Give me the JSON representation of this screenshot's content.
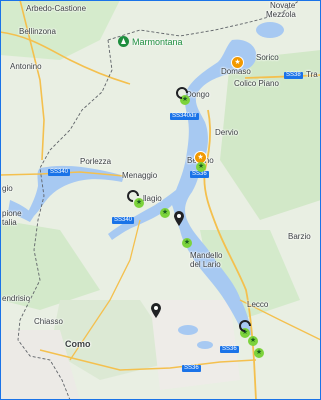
{
  "labels": {
    "arbedo": "Arbedo-Castione",
    "novate": "Novate",
    "mezzola": "Mezzola",
    "bellinzona": "Bellinzona",
    "marmontana": "Marmontana",
    "sorico": "Sorico",
    "antonino": "Antonino",
    "domaso": "Domaso",
    "colico": "Colico Piano",
    "tra": "Tra",
    "dongo": "Dongo",
    "dervio": "Dervio",
    "bellano": "Bellano",
    "porlezza": "Porlezza",
    "menaggio": "Menaggio",
    "lugano": "gio",
    "bellagio": "llagio",
    "campione1": "pione",
    "campione2": "talia",
    "barzio": "Barzio",
    "mandello1": "Mandello",
    "mandello2": "del Lario",
    "mendrisio": "endrisio",
    "lecco": "Lecco",
    "chiasso": "Chiasso",
    "como": "Como"
  },
  "roads": {
    "ss340dir": "SS340dir",
    "ss36a": "SS36",
    "ss36b": "SS36",
    "ss36c": "SS36",
    "ss38": "SS38",
    "ss340a": "SS340",
    "ss340b": "SS340"
  },
  "markers": {
    "star_icon": "star",
    "green_icon": "green-marker-star",
    "black_icon": "map-pin",
    "orange_color": "#f29900",
    "green_color": "#7cd33b",
    "star_glyph": "★"
  },
  "colors": {
    "water": "#a3c7f2",
    "land": "#e8eee2",
    "forest": "#cde8c4",
    "road": "#f9c74f",
    "border": "#5f6368",
    "accent": "#1a73e8"
  }
}
